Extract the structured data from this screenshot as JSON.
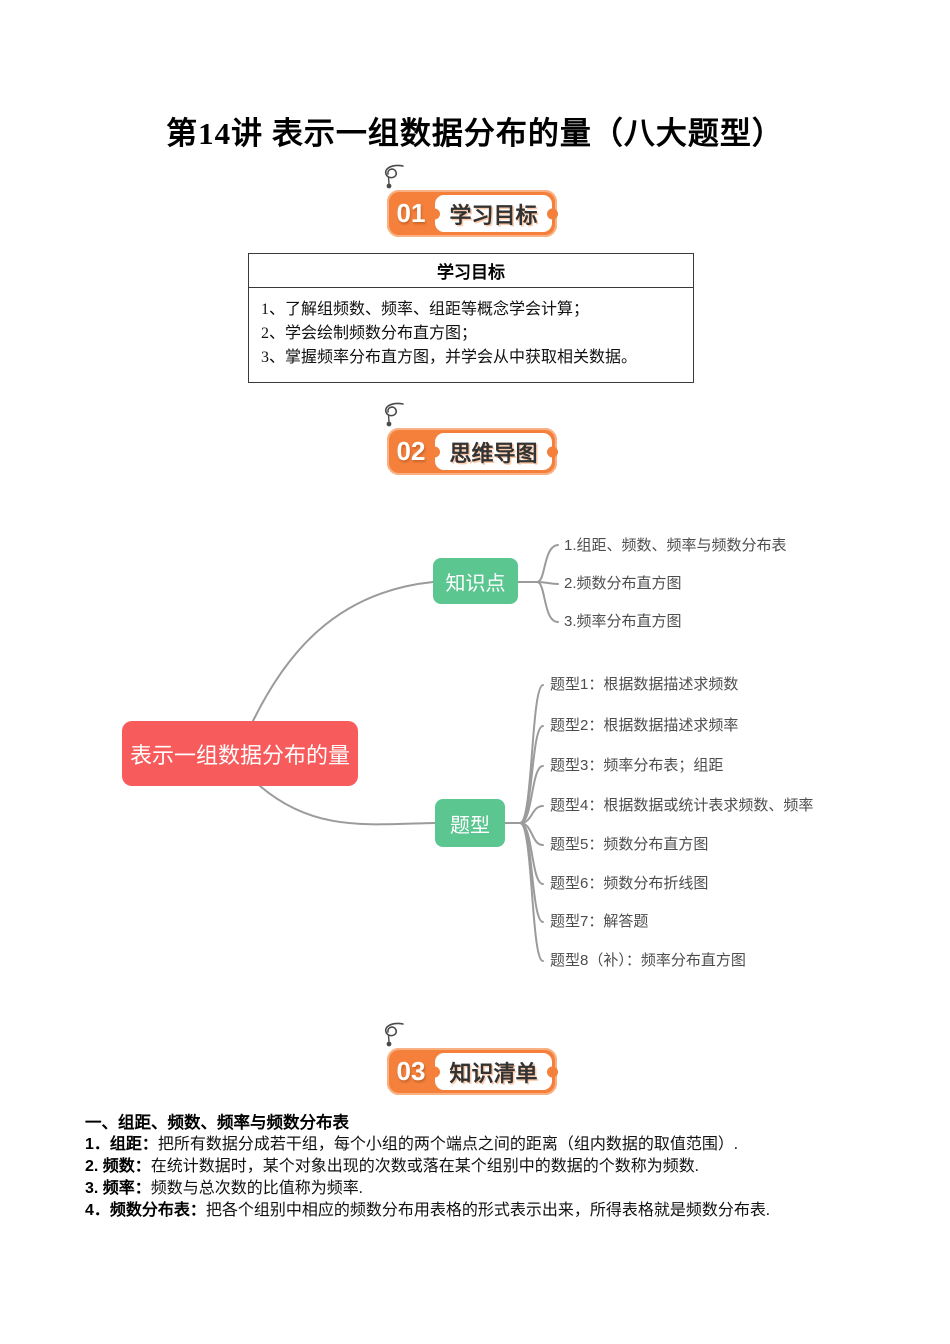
{
  "page": {
    "title": "第14讲 表示一组数据分布的量（八大题型）"
  },
  "sections": [
    {
      "number": "01",
      "label": "学习目标"
    },
    {
      "number": "02",
      "label": "思维导图"
    },
    {
      "number": "03",
      "label": "知识清单"
    }
  ],
  "objectives_table": {
    "header": "学习目标",
    "items": [
      "1、了解组频数、频率、组距等概念学会计算；",
      "2、学会绘制频数分布直方图；",
      "3、掌握频率分布直方图，并学会从中获取相关数据。"
    ]
  },
  "mindmap": {
    "root": "表示一组数据分布的量",
    "branches": [
      {
        "label": "知识点",
        "children": [
          "1.组距、频数、频率与频数分布表",
          "2.频数分布直方图",
          "3.频率分布直方图"
        ]
      },
      {
        "label": "题型",
        "children": [
          "题型1：根据数据描述求频数",
          "题型2：根据数据描述求频率",
          "题型3：频率分布表；组距",
          "题型4：根据数据或统计表求频数、频率",
          "题型5：频数分布直方图",
          "题型6：频数分布折线图",
          "题型7：解答题",
          "题型8（补）：频率分布直方图"
        ]
      }
    ]
  },
  "knowledge_list": {
    "heading": "一、组距、频数、频率与频数分布表",
    "items": [
      {
        "lead": "1．组距：",
        "text": "把所有数据分成若干组，每个小组的两个端点之间的距离（组内数据的取值范围）."
      },
      {
        "lead": "2. 频数：",
        "text": "在统计数据时，某个对象出现的次数或落在某个组别中的数据的个数称为频数."
      },
      {
        "lead": "3. 频率：",
        "text": "频数与总次数的比值称为频率."
      },
      {
        "lead": "4．频数分布表：",
        "text": "把各个组别中相应的频数分布用表格的形式表示出来，所得表格就是频数分布表."
      }
    ]
  },
  "colors": {
    "badge_orange": "#F4803C",
    "root_node_red": "#F85B5C",
    "branch_node_green": "#5BC690",
    "connector_gray": "#9B9B9B"
  }
}
